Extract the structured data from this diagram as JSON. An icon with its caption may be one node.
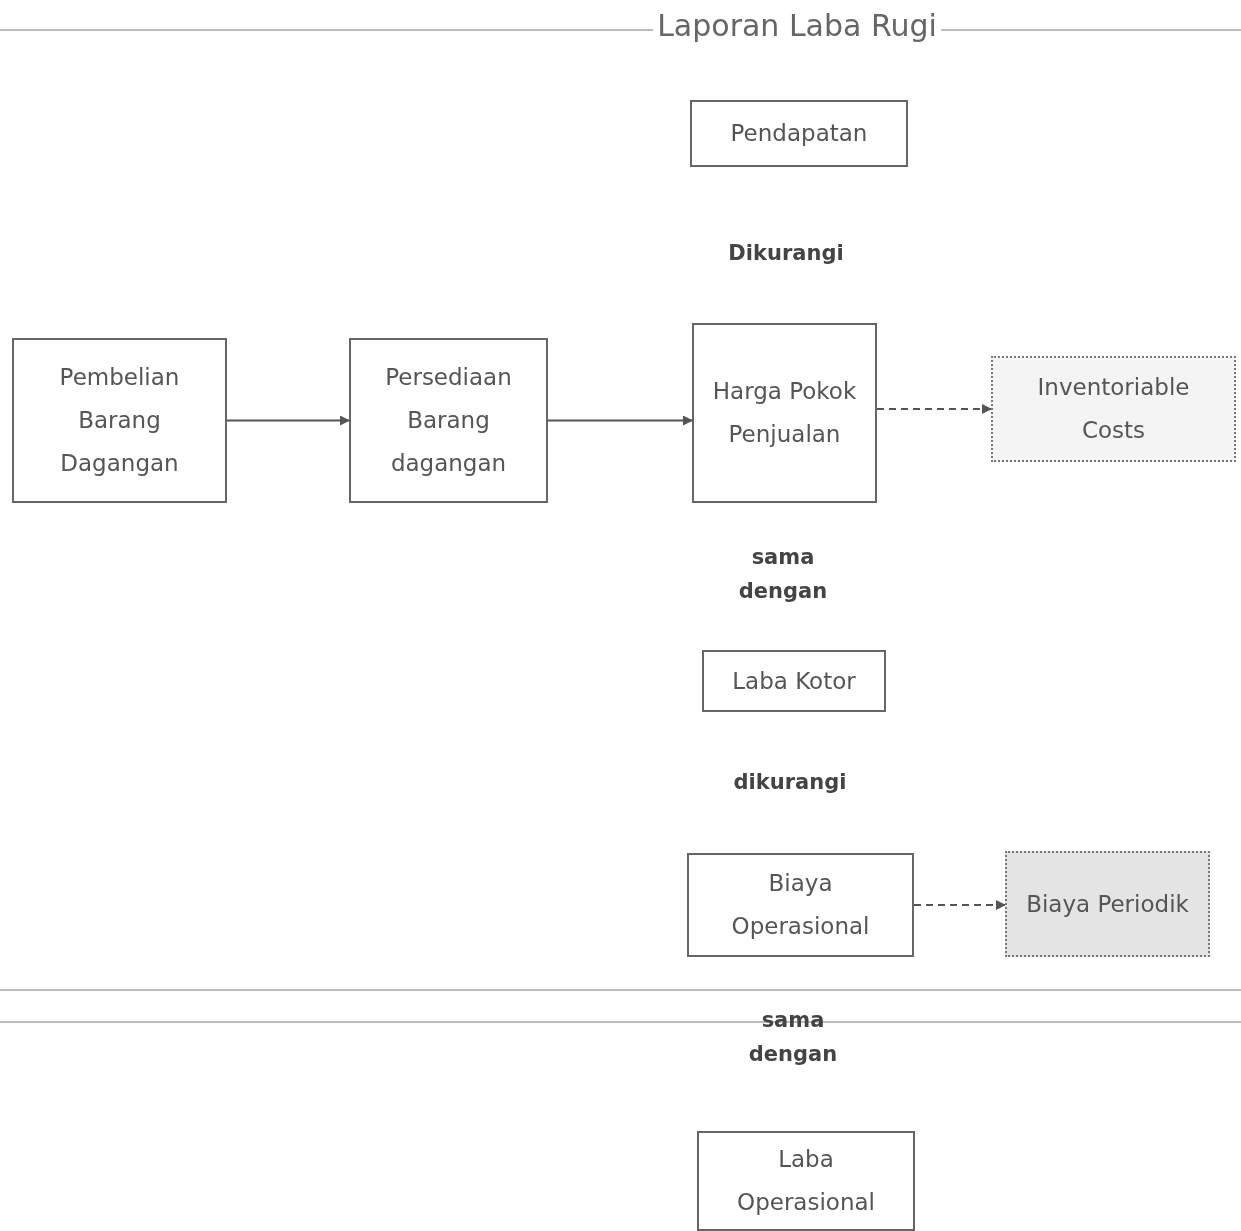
{
  "diagram": {
    "title": "Laporan Laba Rugi",
    "nodes": [
      {
        "text": [
          "Pendapatan"
        ]
      },
      {
        "text": [
          "Pembelian Barang Dagangan"
        ]
      },
      {
        "text": [
          "Persediaan Barang dagangan"
        ]
      },
      {
        "text": [
          "Harga Pokok Penjualan"
        ]
      },
      {
        "text": [
          "Inventoriable Costs"
        ]
      },
      {
        "text": [
          "Laba Kotor"
        ]
      },
      {
        "text": [
          "Biaya Operasional"
        ]
      },
      {
        "text": [
          "Biaya Periodik"
        ]
      },
      {
        "text": [
          "Laba Operasional"
        ]
      }
    ],
    "edges": [
      {
        "from": 1,
        "to": 2,
        "arrow": "to"
      },
      {
        "from": 2,
        "to": 3,
        "arrow": "to"
      },
      {
        "from": 3,
        "to": 4,
        "arrow": "to",
        "style": "dashed"
      },
      {
        "from": 6,
        "to": 7,
        "arrow": "to",
        "style": "dashed"
      }
    ],
    "labels": [
      "Dikurangi",
      "sama dengan",
      "dikurangi",
      "sama dengan"
    ]
  }
}
